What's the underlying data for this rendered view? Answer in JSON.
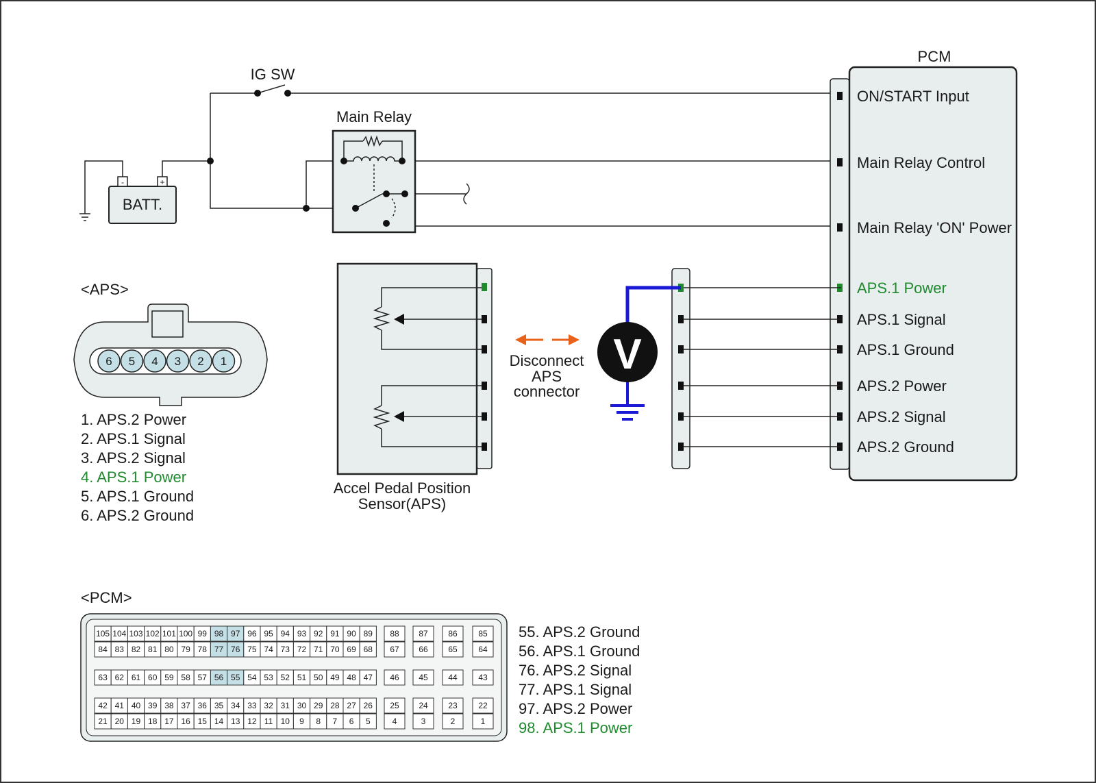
{
  "battery": {
    "label": "BATT.",
    "minus": "-",
    "plus": "+"
  },
  "ig_switch": {
    "label": "IG SW"
  },
  "main_relay": {
    "label": "Main Relay"
  },
  "pcm": {
    "title": "PCM",
    "pins": [
      "ON/START Input",
      "Main Relay Control",
      "Main Relay 'ON' Power",
      "APS.1 Power",
      "APS.1 Signal",
      "APS.1 Ground",
      "APS.2 Power",
      "APS.2 Signal",
      "APS.2 Ground"
    ]
  },
  "aps_connector": {
    "title": "<APS>",
    "pin_numbers": [
      "6",
      "5",
      "4",
      "3",
      "2",
      "1"
    ],
    "legend": [
      "1. APS.2 Power",
      "2. APS.1 Signal",
      "3. APS.2 Signal",
      "4. APS.1 Power",
      "5. APS.1 Ground",
      "6. APS.2 Ground"
    ]
  },
  "sensor": {
    "label_line1": "Accel Pedal Position",
    "label_line2": "Sensor(APS)"
  },
  "disconnect": {
    "line1": "Disconnect",
    "line2": "APS",
    "line3": "connector"
  },
  "voltmeter": {
    "symbol": "V"
  },
  "pcm_connector": {
    "title": "<PCM>",
    "row1": [
      "105",
      "104",
      "103",
      "102",
      "101",
      "100",
      "99",
      "98",
      "97",
      "96",
      "95",
      "94",
      "93",
      "92",
      "91",
      "90",
      "89"
    ],
    "row2": [
      "84",
      "83",
      "82",
      "81",
      "80",
      "79",
      "78",
      "77",
      "76",
      "75",
      "74",
      "73",
      "72",
      "71",
      "70",
      "69",
      "68"
    ],
    "row3": [
      "63",
      "62",
      "61",
      "60",
      "59",
      "58",
      "57",
      "56",
      "55",
      "54",
      "53",
      "52",
      "51",
      "50",
      "49",
      "48",
      "47"
    ],
    "row4": [
      "42",
      "41",
      "40",
      "39",
      "38",
      "37",
      "36",
      "35",
      "34",
      "33",
      "32",
      "31",
      "30",
      "29",
      "28",
      "27",
      "26"
    ],
    "row5": [
      "21",
      "20",
      "19",
      "18",
      "17",
      "16",
      "15",
      "14",
      "13",
      "12",
      "11",
      "10",
      "9",
      "8",
      "7",
      "6",
      "5"
    ],
    "right_top": [
      "88",
      "87",
      "86",
      "85"
    ],
    "right_r2": [
      "67",
      "66",
      "65",
      "64"
    ],
    "right_r3": [
      "46",
      "45",
      "44",
      "43"
    ],
    "right_r4": [
      "25",
      "24",
      "23",
      "22"
    ],
    "right_r5": [
      "4",
      "3",
      "2",
      "1"
    ],
    "highlighted": [
      "98",
      "97",
      "77",
      "76",
      "56",
      "55"
    ],
    "legend": [
      "55. APS.2 Ground",
      "56. APS.1 Ground",
      "76. APS.2 Signal",
      "77. APS.1 Signal",
      "97. APS.2 Power",
      "98. APS.1 Power"
    ]
  },
  "colors": {
    "highlight": "#1f8a2e",
    "probe": "#1a1ad6",
    "arrow": "#e8621c",
    "pin_fill": "#c4e0e6",
    "box_fill": "#e8eeee"
  }
}
